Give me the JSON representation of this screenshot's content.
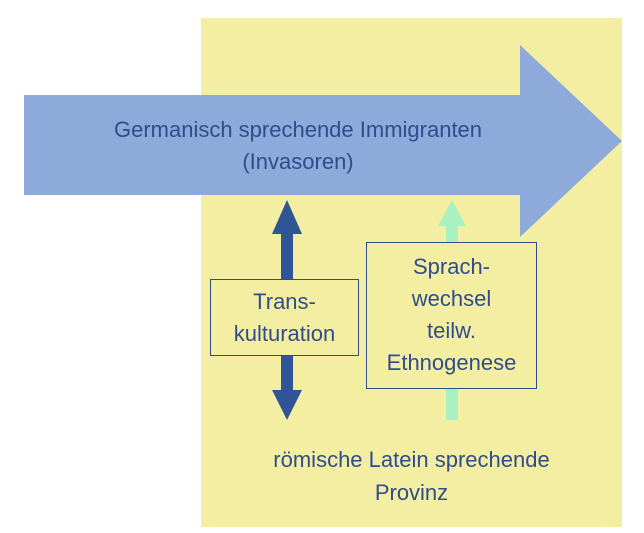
{
  "diagram": {
    "migration_arrow": {
      "line1": "Germanisch sprechende Immigranten",
      "line2": "(Invasoren)",
      "color": "#8eaadb"
    },
    "transculturation_box": {
      "line1": "Trans-",
      "line2": "kulturation"
    },
    "language_shift_box": {
      "line1": "Sprach-",
      "line2": "wechsel",
      "line3": "teilw.",
      "line4": "Ethnogenese"
    },
    "province": {
      "line1": "römische Latein sprechende",
      "line2": "Provinz",
      "color": "#f4eea3"
    },
    "colors": {
      "text": "#2f4c8c",
      "double_arrow": "#2f5597",
      "up_arrow": "#a9f0c0"
    }
  }
}
